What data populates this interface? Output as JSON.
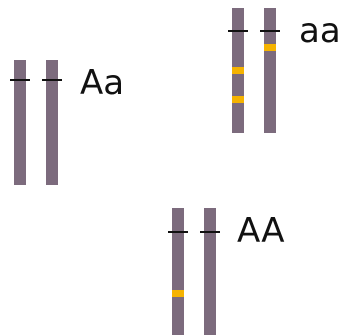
{
  "pairs": [
    {
      "genotype": "Aa"
    },
    {
      "genotype": "aa"
    },
    {
      "genotype": "AA"
    }
  ],
  "colors": {
    "chromosome": "#7c6b7d",
    "allele_band": "#f5b301",
    "centromere_mark": "#111111"
  }
}
